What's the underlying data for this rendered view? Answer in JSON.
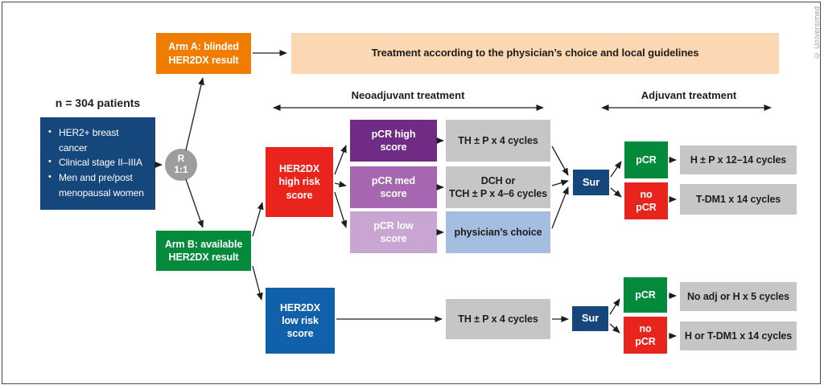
{
  "frame": {
    "credit": "© Universimed"
  },
  "population": {
    "label": "n = 304 patients",
    "lines": [
      {
        "b": "•",
        "t": "HER2+ breast"
      },
      {
        "b": "",
        "t": "cancer"
      },
      {
        "b": "•",
        "t": "Clinical stage II–IIIA"
      },
      {
        "b": "•",
        "t": "Men and pre/post"
      },
      {
        "b": "",
        "t": "menopausal women"
      }
    ]
  },
  "randomization": {
    "letter": "R",
    "ratio": "1:1"
  },
  "arm_a": {
    "line1": "Arm A: blinded",
    "line2": "HER2DX result"
  },
  "arm_b": {
    "line1": "Arm B: available",
    "line2": "HER2DX result"
  },
  "banner": {
    "text": "Treatment according to the physician’s choice and local guidelines"
  },
  "phase_headers": {
    "neoadjuvant": "Neoadjuvant treatment",
    "adjuvant": "Adjuvant treatment"
  },
  "risk_high": {
    "line1": "HER2DX",
    "line2": "high risk",
    "line3": "score"
  },
  "risk_low": {
    "line1": "HER2DX",
    "line2": "low risk",
    "line3": "score"
  },
  "pcr_high": {
    "line1": "pCR high",
    "line2": "score"
  },
  "pcr_med": {
    "line1": "pCR med",
    "line2": "score"
  },
  "pcr_low": {
    "line1": "pCR low",
    "line2": "score"
  },
  "neo_regimen_high": {
    "text": "TH ± P x 4 cycles"
  },
  "neo_regimen_med": {
    "line1": "DCH or",
    "line2": "TCH ± P x 4–6 cycles"
  },
  "neo_regimen_low": {
    "text": "physician’s choice"
  },
  "neo_regimen_lowrisk": {
    "text": "TH ± P x 4 cycles"
  },
  "surgery_high": {
    "text": "Sur"
  },
  "surgery_low": {
    "text": "Sur"
  },
  "outcome_high_pcr": {
    "text": "pCR"
  },
  "outcome_high_nopcr": {
    "line1": "no",
    "line2": "pCR"
  },
  "outcome_low_pcr": {
    "text": "pCR"
  },
  "outcome_low_nopcr": {
    "line1": "no",
    "line2": "pCR"
  },
  "adj_regimen_high_pcr": {
    "text": "H ± P x 12–14 cycles"
  },
  "adj_regimen_high_nopcr": {
    "text": "T-DM1 x 14 cycles"
  },
  "adj_regimen_low_pcr": {
    "text": "No adj or H x 5 cycles"
  },
  "adj_regimen_low_nopcr": {
    "text": "H or T-DM1 x 14 cycles"
  },
  "colors": {
    "navy": "#15477d",
    "orange": "#f07c00",
    "peach": "#fbd8b3",
    "green": "#038a3b",
    "red": "#e8241c",
    "blue": "#1160ab",
    "purple_dark": "#702b84",
    "purple_med": "#a667b0",
    "purple_light": "#c8a6d1",
    "gray_box": "#c6c6c6",
    "light_blue": "#a4bde1",
    "circle_gray": "#9d9d9c",
    "text_dark": "#1d1d1b"
  }
}
